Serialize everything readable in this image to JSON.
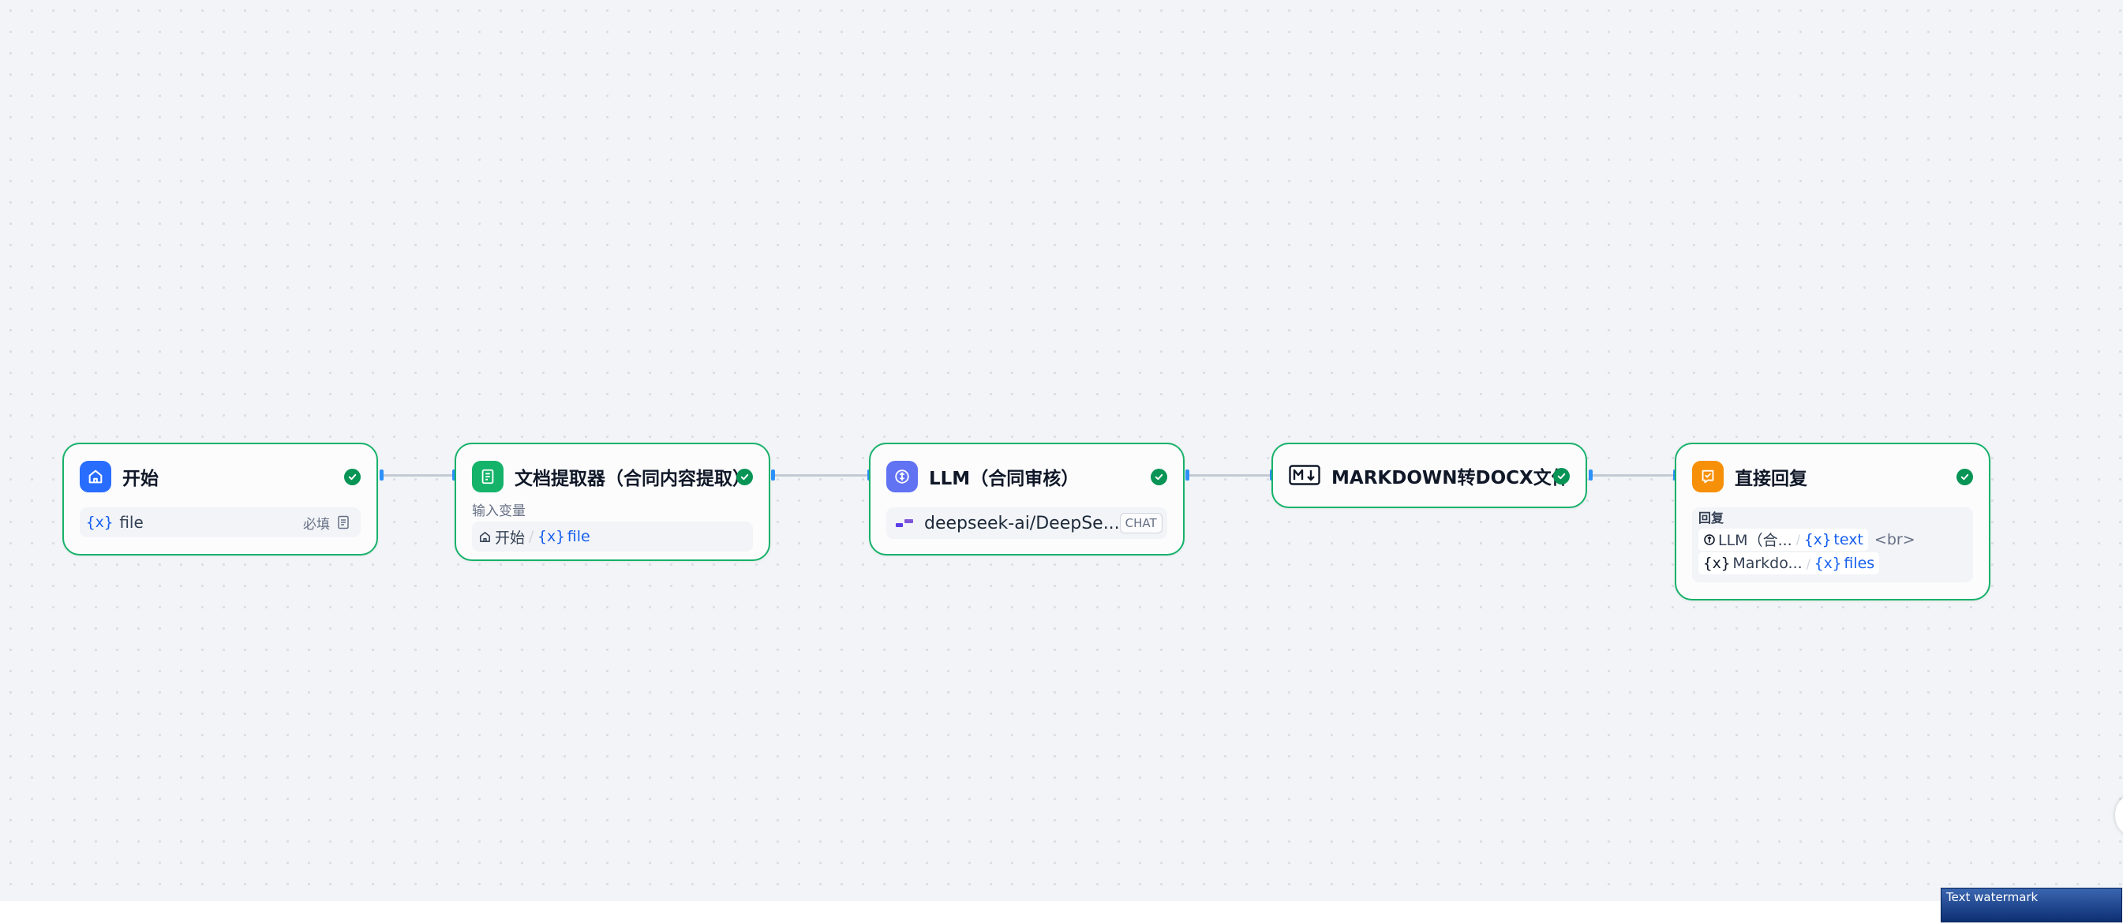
{
  "nodes": {
    "start": {
      "title": "开始",
      "variable": "file",
      "required_label": "必填"
    },
    "doc_extractor": {
      "title": "文档提取器（合同内容提取）",
      "input_label": "输入变量",
      "source_node": "开始",
      "variable": "file"
    },
    "llm": {
      "title": "LLM（合同审核）",
      "model": "deepseek-ai/DeepSe...",
      "mode_badge": "CHAT"
    },
    "md2docx": {
      "title": "MARKDOWN转DOCX文件",
      "icon_text": "M↓"
    },
    "answer": {
      "title": "直接回复",
      "reply_label": "回复",
      "line1_node": "LLM（合...",
      "line1_var": "text",
      "line1_suffix": "<br>",
      "line2_node": "Markdo...",
      "line2_var": "files"
    }
  },
  "var_glyph": "{x}",
  "watermark": "Text watermark",
  "colors": {
    "success_border": "#17b26a",
    "success_check": "#079455",
    "var_blue": "#155eef",
    "edge": "#c4cad4",
    "handle": "#2e90fa",
    "start_icon_bg": "#296dff",
    "extractor_icon_bg": "#15b36a",
    "llm_icon_bg": "#6172f3",
    "answer_icon_bg": "#f79009"
  },
  "icons": {
    "start": "home-icon",
    "doc_extractor": "document-icon",
    "llm": "brain-icon",
    "md2docx": "markdown-icon",
    "answer": "reply-icon",
    "status": "check-circle-icon",
    "model": "deepseek-logo-icon"
  }
}
